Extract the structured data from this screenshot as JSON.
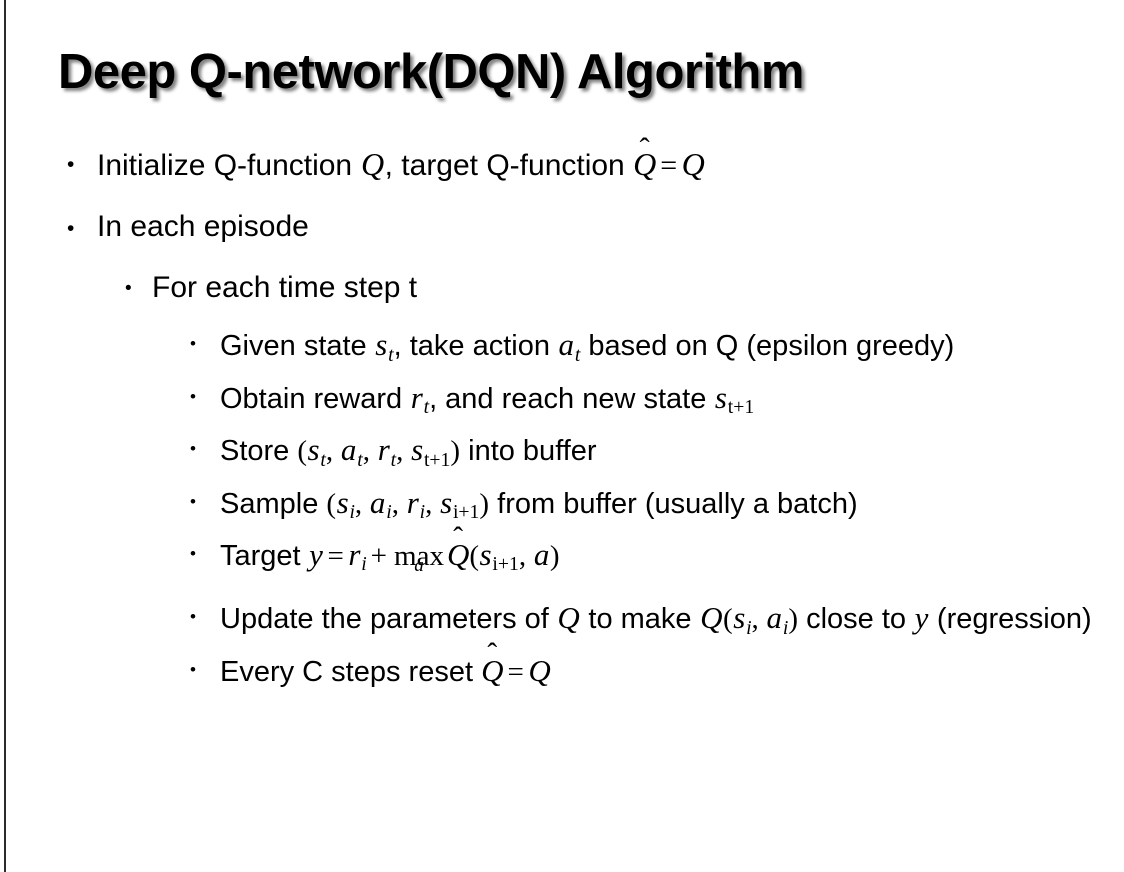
{
  "slide": {
    "title": "Deep Q-network(DQN) Algorithm",
    "background_color": "#ffffff",
    "text_color": "#000000",
    "border_color": "#2b2b2b"
  },
  "bullets": {
    "b1": {
      "marker": "•",
      "level": 1,
      "text_plain": "Initialize Q-function Q, target Q-function Q̂ = Q",
      "segments": {
        "s1": "Initialize Q-function ",
        "q1": "Q",
        "s2": ", target Q-function ",
        "qhat": "Q",
        "hat": "̂",
        "eq": "=",
        "q2": "Q"
      }
    },
    "b2": {
      "marker": "•",
      "level": 1,
      "text_plain": "In each episode"
    },
    "b3": {
      "marker": "•",
      "level": 2,
      "text_plain": "For each time step t"
    },
    "b4": {
      "marker": "•",
      "level": 3,
      "text_plain": "Given state s_t, take action a_t based on Q (epsilon greedy)",
      "segments": {
        "s1": "Given state ",
        "v1": "s",
        "sub1": "t",
        "s2": ", take action ",
        "v2": "a",
        "sub2": "t",
        "s3": " based on Q (epsilon greedy)"
      }
    },
    "b5": {
      "marker": "•",
      "level": 3,
      "text_plain": "Obtain reward r_t, and reach new state s_{t+1}",
      "segments": {
        "s1": "Obtain reward ",
        "v1": "r",
        "sub1": "t",
        "s2": ", and reach new state ",
        "v2": "s",
        "sub2": "t+1"
      }
    },
    "b6": {
      "marker": "•",
      "level": 3,
      "text_plain": "Store (s_t, a_t, r_t, s_{t+1}) into buffer",
      "segments": {
        "s1": "Store ",
        "lparen": "(",
        "v1": "s",
        "sub1": "t",
        "c1": ", ",
        "v2": "a",
        "sub2": "t",
        "c2": ", ",
        "v3": "r",
        "sub3": "t",
        "c3": ", ",
        "v4": "s",
        "sub4": "t+1",
        "rparen": ")",
        "s2": " into buffer"
      }
    },
    "b7": {
      "marker": "•",
      "level": 3,
      "text_plain": "Sample (s_i, a_i, r_i, s_{i+1}) from buffer (usually a batch)",
      "segments": {
        "s1": "Sample ",
        "lparen": "(",
        "v1": "s",
        "sub1": "i",
        "c1": ", ",
        "v2": "a",
        "sub2": "i",
        "c2": ", ",
        "v3": "r",
        "sub3": "i",
        "c3": ", ",
        "v4": "s",
        "sub4": "i+1",
        "rparen": ")",
        "s2": " from buffer (usually a batch)"
      }
    },
    "b8": {
      "marker": "•",
      "level": 3,
      "text_plain": "Target y = r_i + max_a Q̂(s_{i+1}, a)",
      "segments": {
        "s1": "Target ",
        "y": "y",
        "eq": "=",
        "r": "r",
        "rsub": "i",
        "plus": "+",
        "max": "max",
        "maxsub": "a",
        "qhat": "Q",
        "hat": "̂",
        "lparen": "(",
        "s": "s",
        "ssub": "i+1",
        "comma": ", ",
        "a": "a",
        "rparen": ")"
      }
    },
    "b9": {
      "marker": "•",
      "level": 3,
      "text_plain": "Update the parameters of Q to make Q(s_i, a_i) close to y (regression)",
      "segments": {
        "s1": "Update the parameters of ",
        "q1": "Q",
        "s2": " to make ",
        "q2": "Q",
        "lparen": "(",
        "v1": "s",
        "sub1": "i",
        "c1": ", ",
        "v2": "a",
        "sub2": "i",
        "rparen": ")",
        "s3": " close to ",
        "y": "y",
        "s4": " (regression)"
      }
    },
    "b10": {
      "marker": "•",
      "level": 3,
      "text_plain": "Every C steps reset Q̂ = Q",
      "segments": {
        "s1": "Every C steps reset ",
        "qhat": "Q",
        "hat": "̂",
        "eq": "=",
        "q2": "Q"
      }
    }
  }
}
